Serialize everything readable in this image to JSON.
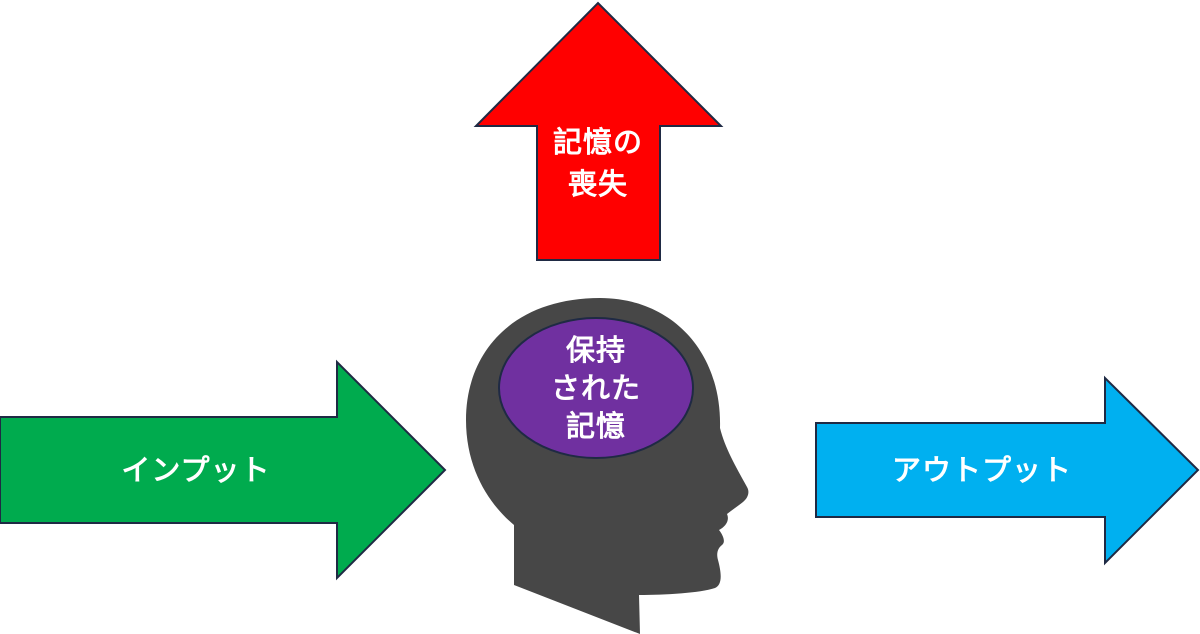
{
  "labels": {
    "input": "インプット",
    "output": "アウトプット",
    "loss_line1": "記憶の",
    "loss_line2": "喪失",
    "retained_line1": "保持",
    "retained_line2": "された",
    "retained_line3": "記憶"
  },
  "colors": {
    "input_arrow": "#00AB4E",
    "output_arrow": "#00B0F0",
    "loss_arrow": "#FF0000",
    "head": "#474747",
    "brain": "#7030A0",
    "outline": "#1F2A44",
    "text": "#FFFFFF"
  },
  "icons": {
    "head": "human-head-silhouette-icon"
  }
}
